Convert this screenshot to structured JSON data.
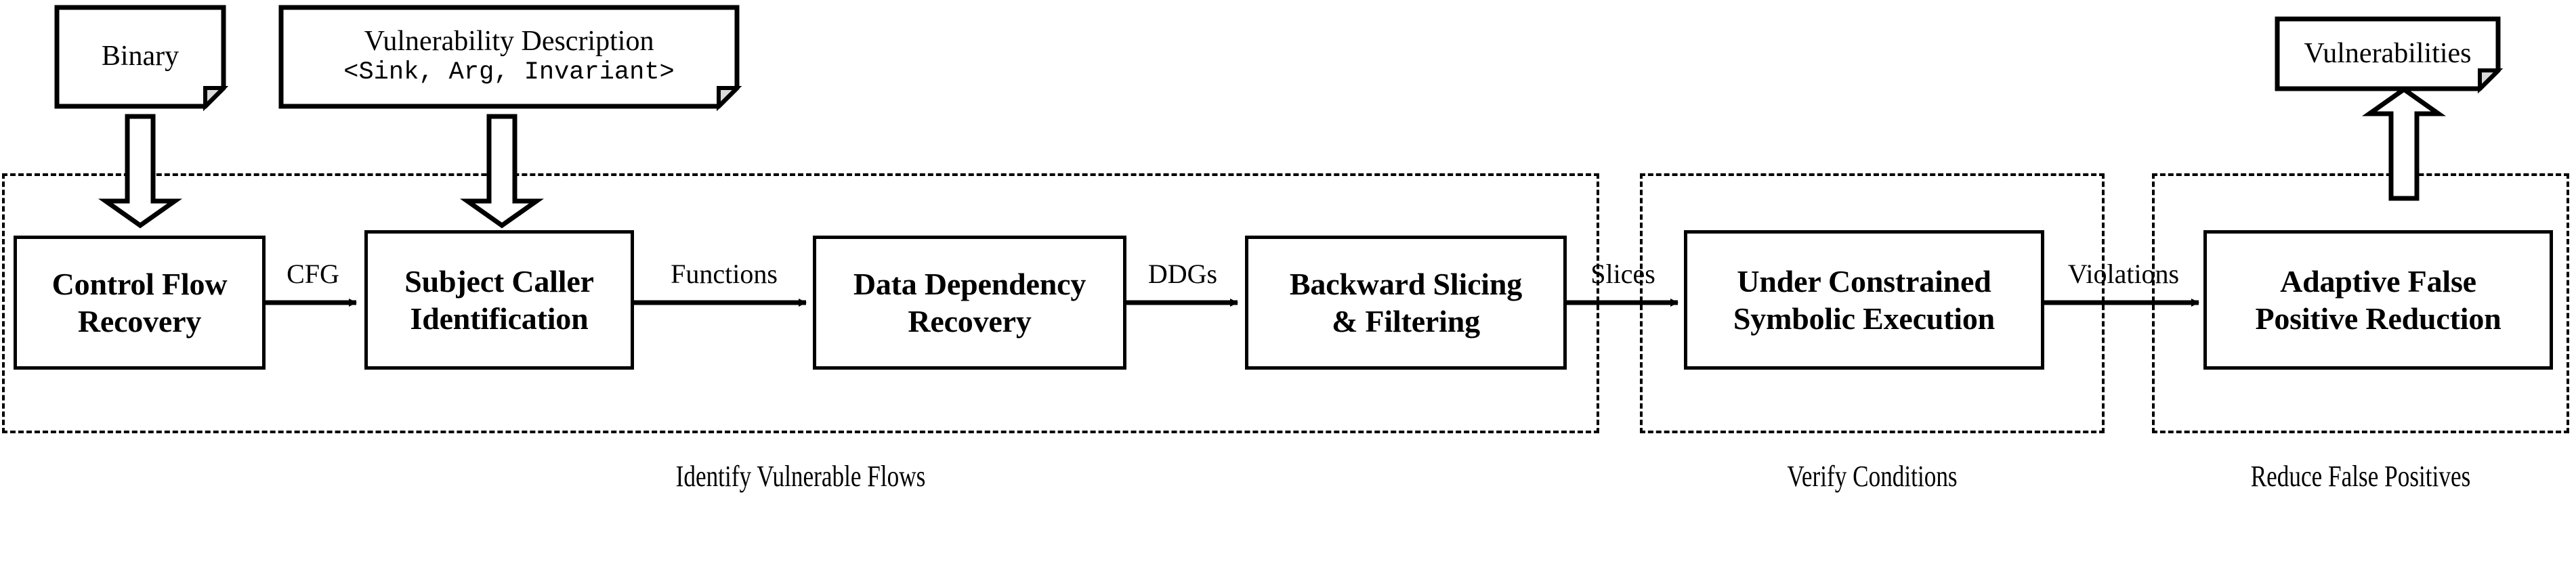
{
  "diagram": {
    "title": "Binary vulnerability analysis pipeline",
    "inputs": [
      {
        "id": "binary",
        "label": "Binary",
        "shape": "document"
      },
      {
        "id": "vuln-description",
        "label": "Vulnerability Description",
        "spec": "<Sink, Arg, Invariant>",
        "shape": "document"
      }
    ],
    "outputs": [
      {
        "id": "vulnerabilities",
        "label": "Vulnerabilities",
        "shape": "document"
      }
    ],
    "stages": [
      {
        "id": "control-flow-recovery",
        "line1": "Control Flow",
        "line2": "Recovery"
      },
      {
        "id": "subject-caller-identification",
        "line1": "Subject Caller",
        "line2": "Identification"
      },
      {
        "id": "data-dependency-recovery",
        "line1": "Data Dependency",
        "line2": "Recovery"
      },
      {
        "id": "backward-slicing-filtering",
        "line1": "Backward Slicing",
        "line2": "& Filtering"
      },
      {
        "id": "under-constrained-symbolic-execution",
        "line1": "Under Constrained",
        "line2": "Symbolic Execution"
      },
      {
        "id": "adaptive-false-positive-reduction",
        "line1": "Adaptive False",
        "line2": "Positive Reduction"
      }
    ],
    "edges": [
      {
        "id": "cfg",
        "label": "CFG",
        "from": "control-flow-recovery",
        "to": "subject-caller-identification"
      },
      {
        "id": "functions",
        "label": "Functions",
        "from": "subject-caller-identification",
        "to": "data-dependency-recovery"
      },
      {
        "id": "ddgs",
        "label": "DDGs",
        "from": "data-dependency-recovery",
        "to": "backward-slicing-filtering"
      },
      {
        "id": "slices",
        "label": "Slices",
        "from": "backward-slicing-filtering",
        "to": "under-constrained-symbolic-execution"
      },
      {
        "id": "violations",
        "label": "Violations",
        "from": "under-constrained-symbolic-execution",
        "to": "adaptive-false-positive-reduction"
      }
    ],
    "groups": [
      {
        "id": "identify-vulnerable-flows",
        "caption": "Identify Vulnerable Flows"
      },
      {
        "id": "verify-conditions",
        "caption": "Verify Conditions"
      },
      {
        "id": "reduce-false-positives",
        "caption": "Reduce False Positives"
      }
    ],
    "colors": {
      "stroke": "#000000",
      "background": "#ffffff",
      "fold_fill": "#d9d9d9"
    }
  }
}
